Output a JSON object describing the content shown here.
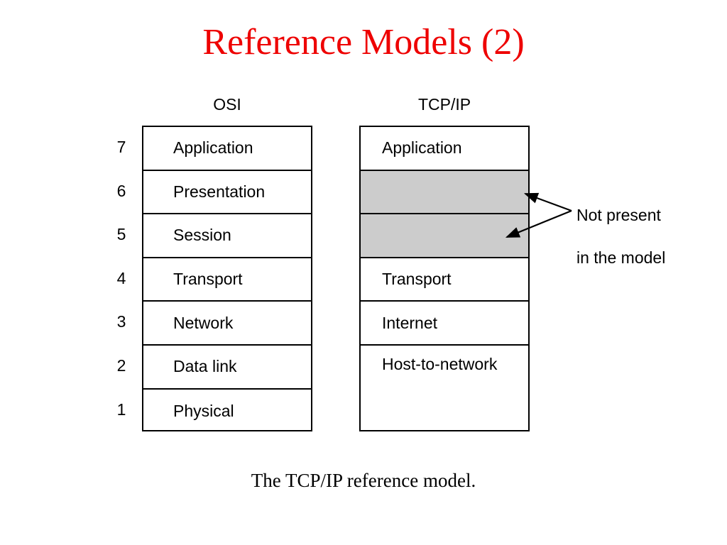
{
  "slide": {
    "title": "Reference Models (2)",
    "title_color": "#ee0000",
    "caption": "The TCP/IP reference model.",
    "background_color": "#ffffff"
  },
  "diagram": {
    "shaded_color": "#cccccc",
    "line_color": "#000000",
    "layer_numbers": [
      "7",
      "6",
      "5",
      "4",
      "3",
      "2",
      "1"
    ],
    "osi": {
      "heading": "OSI",
      "layers": [
        {
          "number": "7",
          "label": "Application"
        },
        {
          "number": "6",
          "label": "Presentation"
        },
        {
          "number": "5",
          "label": "Session"
        },
        {
          "number": "4",
          "label": "Transport"
        },
        {
          "number": "3",
          "label": "Network"
        },
        {
          "number": "2",
          "label": "Data link"
        },
        {
          "number": "1",
          "label": "Physical"
        }
      ]
    },
    "tcpip": {
      "heading": "TCP/IP",
      "layers": [
        {
          "label": "Application",
          "shaded": false,
          "span": 1
        },
        {
          "label": "",
          "shaded": true,
          "span": 1
        },
        {
          "label": "",
          "shaded": true,
          "span": 1
        },
        {
          "label": "Transport",
          "shaded": false,
          "span": 1
        },
        {
          "label": "Internet",
          "shaded": false,
          "span": 1
        },
        {
          "label": "Host-to-network",
          "shaded": false,
          "span": 2
        }
      ]
    },
    "annotation": {
      "text": "Not present\nin the model",
      "line1": "Not present",
      "line2": "in the model",
      "points_to": [
        "tcpip-shaded-row-1",
        "tcpip-shaded-row-2"
      ]
    }
  },
  "caption": {
    "text": "The TCP/IP reference model."
  }
}
